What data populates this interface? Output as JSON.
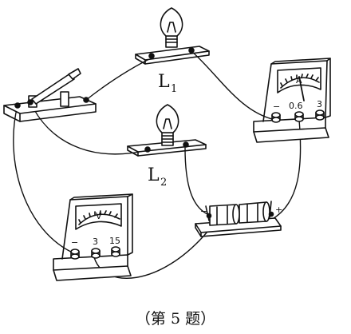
{
  "lamp1": {
    "label": "L",
    "subscript": "1"
  },
  "lamp2": {
    "label": "L",
    "subscript": "2"
  },
  "ammeter": {
    "symbol": "A",
    "terminals": [
      "−",
      "0.6",
      "3"
    ]
  },
  "voltmeter": {
    "symbol": "V",
    "terminals": [
      "−",
      "3",
      "15"
    ]
  },
  "battery": {
    "minus": "−",
    "plus": "+"
  },
  "caption": "（第 5 题）",
  "colors": {
    "ink": "#111111",
    "paper": "#ffffff"
  }
}
